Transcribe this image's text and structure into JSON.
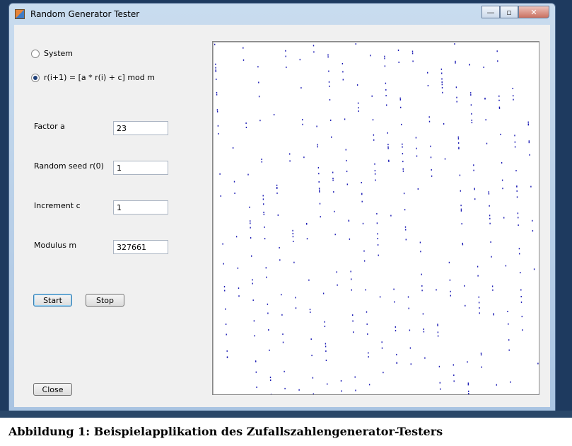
{
  "window": {
    "title": "Random Generator Tester"
  },
  "mode": {
    "system_label": "System",
    "formula_label": "r(i+1) = [a * r(i) + c] mod m",
    "selected": "formula"
  },
  "params": {
    "factor_label": "Factor a",
    "factor_value": "23",
    "seed_label": "Random seed r(0)",
    "seed_value": "1",
    "increment_label": "Increment c",
    "increment_value": "1",
    "modulus_label": "Modulus m",
    "modulus_value": "327661"
  },
  "buttons": {
    "start": "Start",
    "stop": "Stop",
    "close": "Close"
  },
  "plot": {
    "point_color": "#1a1ab4",
    "point_count": 420,
    "seed": 1,
    "a": 23,
    "c": 1,
    "m": 327661
  },
  "caption": "Abbildung 1: Beispielapplikation des Zufallszahlengenerator-Testers"
}
